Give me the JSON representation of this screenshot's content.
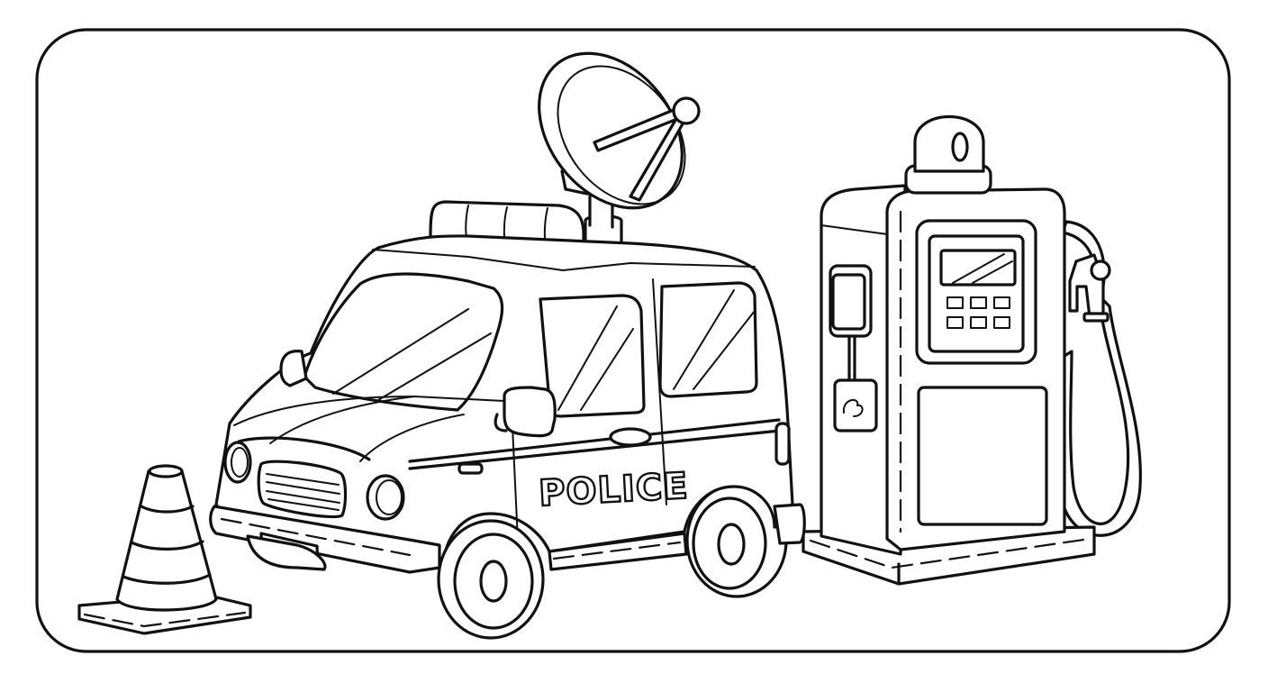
{
  "page": {
    "type": "coloring-page",
    "background_color": "#ffffff",
    "line_color": "#111111"
  },
  "frame": {
    "shape": "rounded-rectangle"
  },
  "scene": {
    "objects": [
      {
        "name": "police-van",
        "label_text": "POLICE"
      },
      {
        "name": "satellite-dish"
      },
      {
        "name": "light-bar"
      },
      {
        "name": "gas-pump"
      },
      {
        "name": "traffic-cone"
      }
    ]
  },
  "van": {
    "side_label": "POLICE"
  }
}
